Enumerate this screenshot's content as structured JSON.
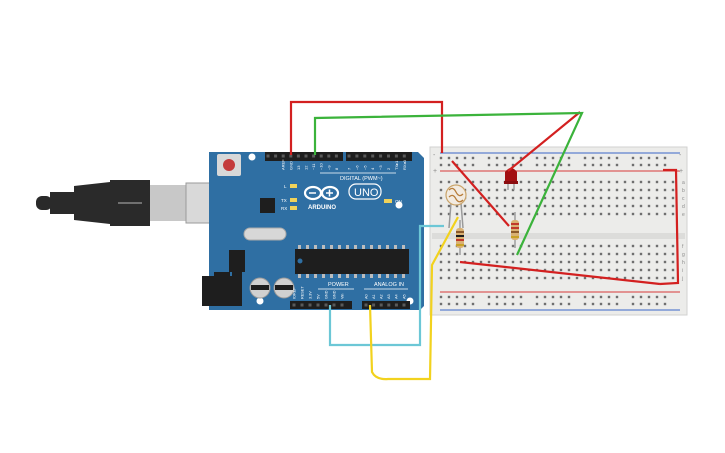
{
  "colors": {
    "background": "#ffffff",
    "board_blue": "#2f6fa3",
    "board_blue_dark": "#245a86",
    "header_black": "#1e1e1e",
    "breadboard": "#ececea",
    "rail_red": "#d83a3a",
    "rail_blue": "#3a66c8",
    "wire_red": "#d32020",
    "wire_green": "#3bb33b",
    "wire_cyan": "#6cc7d6",
    "wire_yellow": "#f2d21e",
    "led_red": "#a30f12",
    "usb_gray": "#c8c8c8",
    "usb_black": "#2a2a2a"
  },
  "board": {
    "brand": "ARDUINO",
    "model": "UNO",
    "digital_label": "DIGITAL (PWM~)",
    "power_label": "POWER",
    "analog_label": "ANALOG IN",
    "on_label": "ON",
    "led_labels": [
      "L",
      "TX",
      "RX"
    ],
    "top_pins": [
      "AREF",
      "GND",
      "13",
      "12",
      "~11",
      "~10",
      "~9",
      "8",
      "7",
      "~6",
      "~5",
      "4",
      "~3",
      "2",
      "TX▸1",
      "RX◂0"
    ],
    "power_pins": [
      "IOREF",
      "RESET",
      "3.3V",
      "5V",
      "GND",
      "GND",
      "Vin"
    ],
    "analog_pins": [
      "A0",
      "A1",
      "A2",
      "A3",
      "A4",
      "A5"
    ]
  },
  "breadboard": {
    "rail_plus": "+",
    "rail_minus": "-",
    "row_letters_top": [
      "a",
      "b",
      "c",
      "d",
      "e"
    ],
    "row_letters_bottom": [
      "f",
      "g",
      "h",
      "i",
      "j"
    ]
  },
  "components": {
    "photoresistor": "photoresistor",
    "led": "red-led",
    "resistor_1": "resistor",
    "resistor_2": "resistor"
  }
}
